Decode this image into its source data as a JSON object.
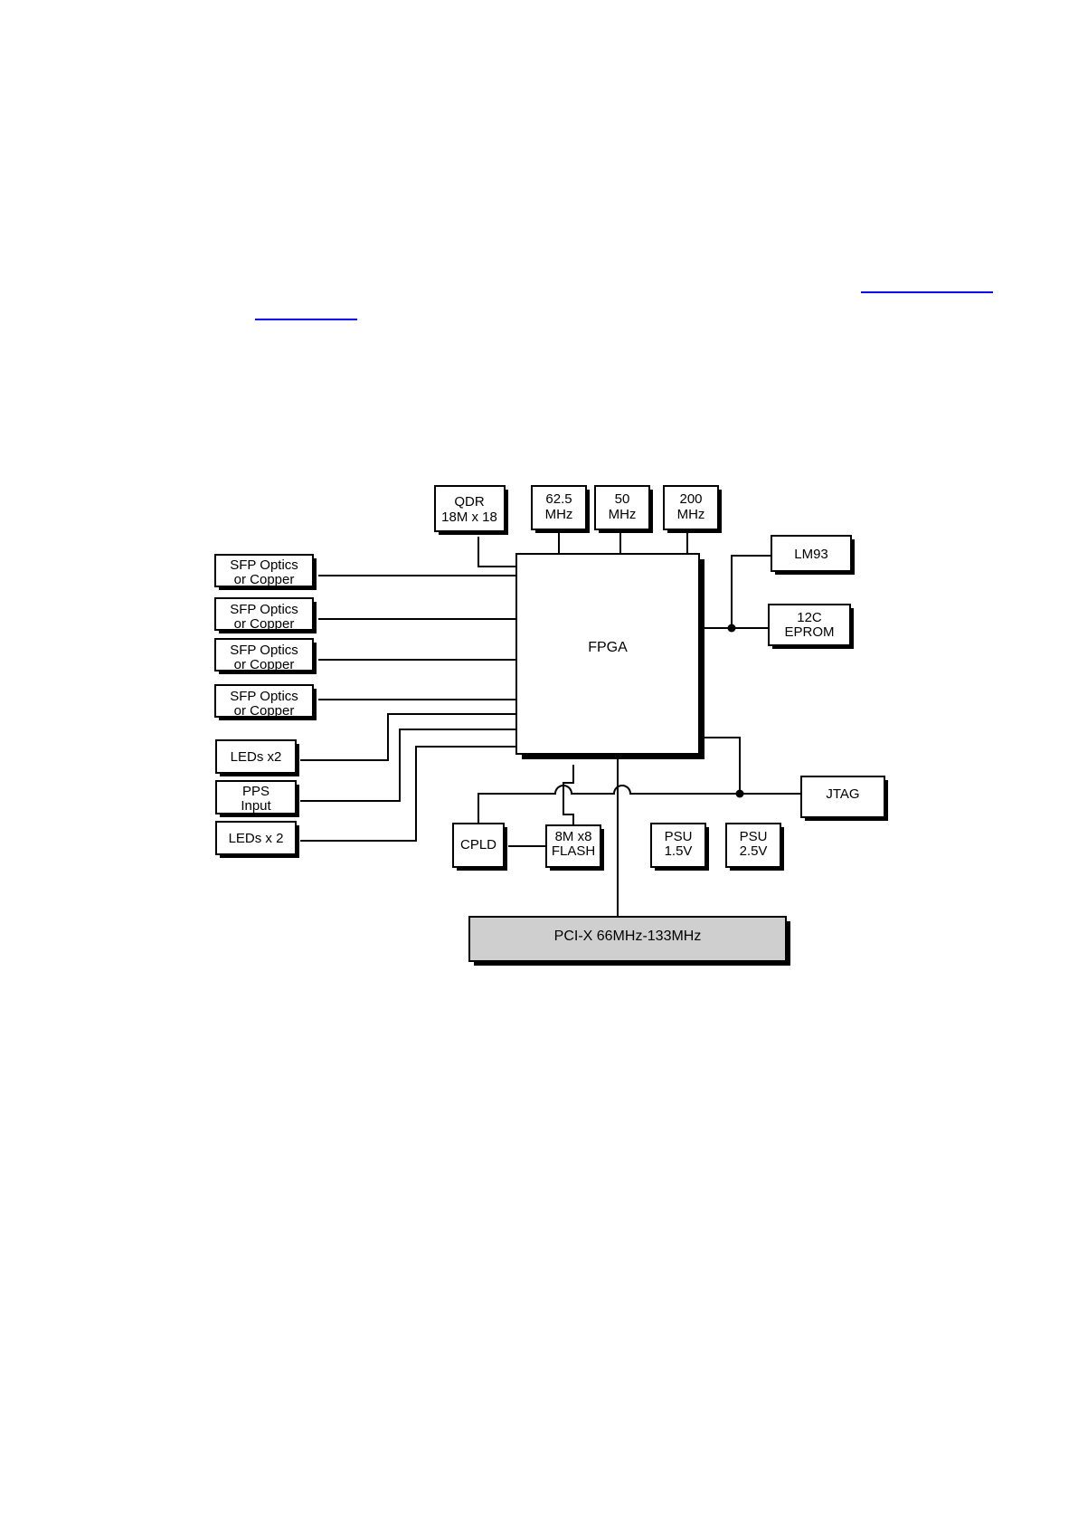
{
  "diagram": {
    "fpga": "FPGA",
    "qdr": {
      "line1": "QDR",
      "line2": "18M x 18"
    },
    "clk1": {
      "line1": "62.5",
      "line2": "MHz"
    },
    "clk2": {
      "line1": "50",
      "line2": "MHz"
    },
    "clk3": {
      "line1": "200",
      "line2": "MHz"
    },
    "lm93": "LM93",
    "eprom": {
      "line1": "12C",
      "line2": "EPROM"
    },
    "jtag": "JTAG",
    "sfp": [
      {
        "line1": "SFP Optics",
        "line2": "or Copper"
      },
      {
        "line1": "SFP Optics",
        "line2": "or Copper"
      },
      {
        "line1": "SFP Optics",
        "line2": "or Copper"
      },
      {
        "line1": "SFP Optics",
        "line2": "or Copper"
      }
    ],
    "leds1": "LEDs x2",
    "pps": {
      "line1": "PPS",
      "line2": "Input"
    },
    "leds2": "LEDs x 2",
    "cpld": "CPLD",
    "flash": {
      "line1": "8M x8",
      "line2": "FLASH"
    },
    "psu1": {
      "line1": "PSU",
      "line2": "1.5V"
    },
    "psu2": {
      "line1": "PSU",
      "line2": "2.5V"
    },
    "pcix": "PCI-X 66MHz-133MHz"
  }
}
